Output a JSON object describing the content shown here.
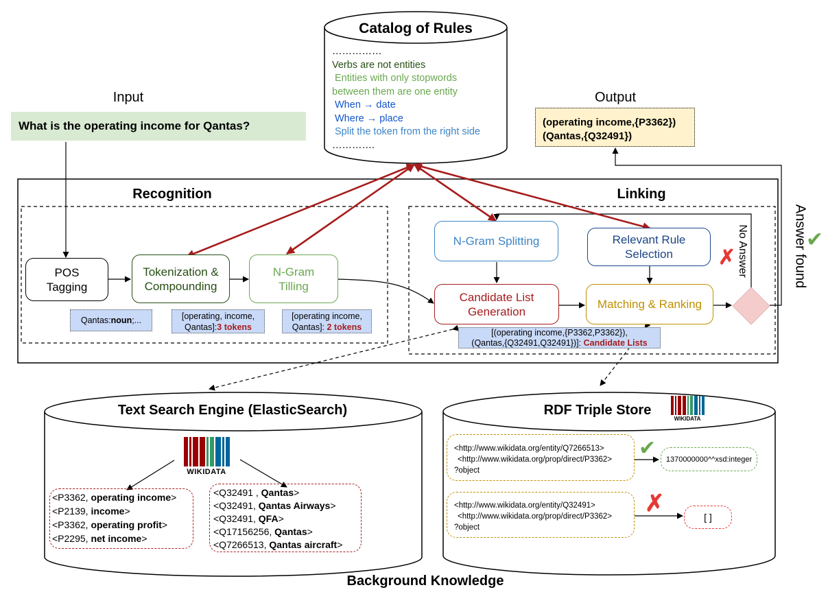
{
  "catalog": {
    "title": "Catalog of Rules",
    "dots_top": "……………",
    "rules": [
      {
        "text": "Verbs are not entities",
        "color": "#274e13"
      },
      {
        "text": "Entities with only stopwords",
        "color": "#6aa84f"
      },
      {
        "text": "between them are one entity",
        "color": "#6aa84f"
      },
      {
        "text": "When → date",
        "color": "#1155cc"
      },
      {
        "text": "Where → place",
        "color": "#1155cc"
      },
      {
        "text": "Split the token from the right side",
        "color": "#3d85c6"
      }
    ],
    "dots_bottom": "…………."
  },
  "input": {
    "label": "Input",
    "question": "What is the operating income for Qantas?"
  },
  "output": {
    "label": "Output",
    "line1": "(operating income,{P3362})",
    "line2": "(Qantas,{Q32491})"
  },
  "recognition": {
    "title": "Recognition",
    "pos": "POS\nTagging",
    "tokenization": "Tokenization &\nCompounding",
    "ngram_tilling": "N-Gram\nTilling",
    "note_pos_prefix": "Qantas:",
    "note_pos_bold": "noun",
    "note_pos_suffix": ";...",
    "note_tok_text": "[operating, income,\nQantas]:",
    "note_tok_red": "3 tokens",
    "note_til_text": "[operating income,\nQantas]: ",
    "note_til_red": "2 tokens"
  },
  "linking": {
    "title": "Linking",
    "ngram_splitting": "N-Gram Splitting",
    "rule_selection": "Relevant Rule\nSelection",
    "candidate": "Candidate List\nGeneration",
    "matching": "Matching & Ranking",
    "no_answer": "No Answer",
    "answer_found": "Answer found",
    "note_cand_line1": "[(operating income,{P3362,P3362}),",
    "note_cand_line2": "(Qantas,{Q32491,Q32491})]: ",
    "note_cand_red": "Candidate Lists"
  },
  "search_engine": {
    "title": "Text Search Engine (ElasticSearch)",
    "logo": "WIKIDATA",
    "properties": [
      {
        "pre": "<P3362, ",
        "bold": "operating income",
        "post": ">"
      },
      {
        "pre": "<P2139, ",
        "bold": "income",
        "post": ">"
      },
      {
        "pre": "<P3362, ",
        "bold": "operating profit",
        "post": ">"
      },
      {
        "pre": "<P2295, ",
        "bold": "net income",
        "post": ">"
      }
    ],
    "entities": [
      {
        "pre": "<Q32491 , ",
        "bold": "Qantas",
        "post": ">"
      },
      {
        "pre": "<Q32491, ",
        "bold": "Qantas Airways",
        "post": ">"
      },
      {
        "pre": "<Q32491, ",
        "bold": "QFA",
        "post": ">"
      },
      {
        "pre": "<Q17156256, ",
        "bold": "Qantas",
        "post": ">"
      },
      {
        "pre": "<Q7266513, ",
        "bold": "Qantas aircraft",
        "post": ">"
      }
    ]
  },
  "triple_store": {
    "title": "RDF Triple Store",
    "logo": "WIKIDATA",
    "query1": [
      "<http://www.wikidata.org/entity/Q7266513>",
      "<http://www.wikidata.org/prop/direct/P3362>",
      "?object"
    ],
    "result1": "1370000000^^xsd:integer",
    "query2": [
      "<http://www.wikidata.org/entity/Q32491>",
      "<http://www.wikidata.org/prop/direct/P3362>",
      "?object"
    ],
    "result2": "[ ]"
  },
  "footer": "Background Knowledge",
  "colors": {
    "rule_arrow": "#a61c1c",
    "input_fill": "#d9ead3",
    "output_fill": "#fff2cc",
    "note_fill": "#c9daf8",
    "tokenization": "#274e13",
    "ngram_tilling": "#6aa84f",
    "ngram_splitting": "#3d85c6",
    "rule_selection": "#1c4587",
    "candidate": "#a61c1c",
    "matching": "#bf9000",
    "diamond": "#f4cccc",
    "check": "#6aa84f",
    "cross": "#e53935"
  }
}
